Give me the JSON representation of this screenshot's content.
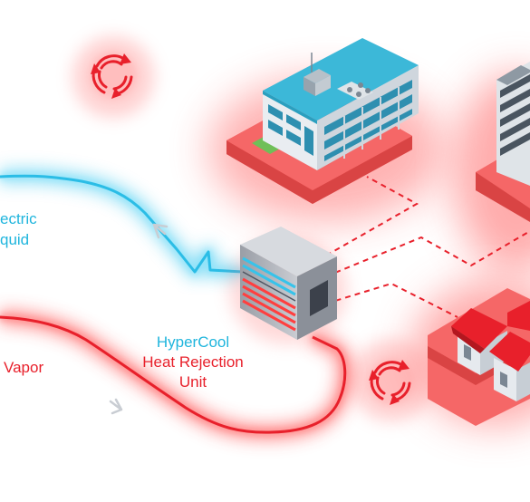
{
  "labels": {
    "dielectric_line1": "ectric",
    "dielectric_line2": "quid",
    "vapor": "Vapor",
    "unit_line1": "HyperCool",
    "unit_line2": "Heat Rejection",
    "unit_line3": "Unit"
  },
  "colors": {
    "cyan": "#1fb5dd",
    "red": "#e8202b",
    "red_glow": "#ff6b6b",
    "pad_red": "#f35d5d",
    "roof_blue": "#3cb8d8"
  },
  "icons": [
    "recycle-icon",
    "recycle-icon",
    "arrow-up-left-icon",
    "arrow-right-icon"
  ]
}
